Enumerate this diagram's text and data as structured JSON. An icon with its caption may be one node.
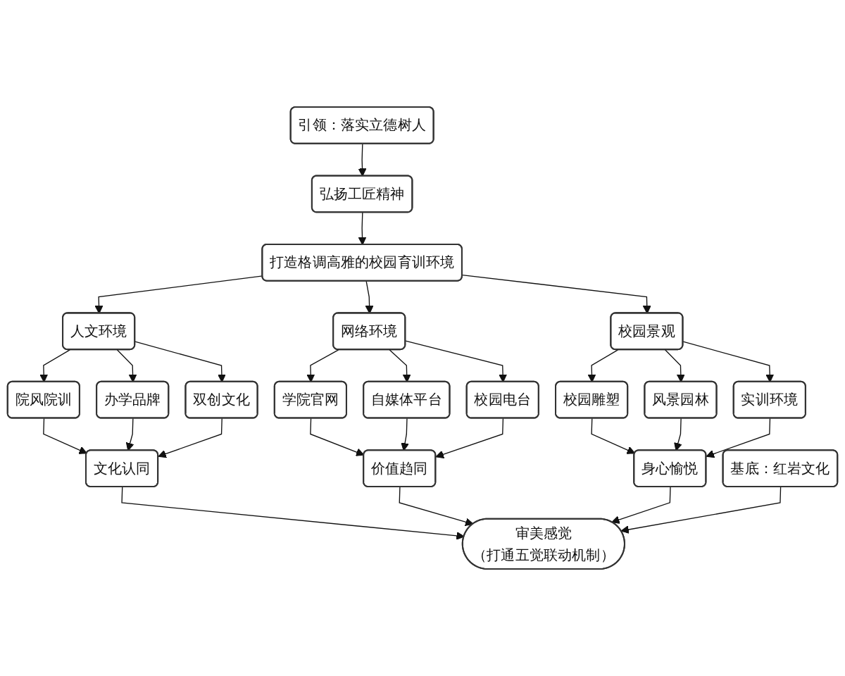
{
  "diagram": {
    "nodes": [
      {
        "text": [
          "引领：落实立德树人"
        ]
      },
      {
        "text": [
          "弘扬工匠精神"
        ]
      },
      {
        "text": [
          "打造格调高雅的校园育训环境"
        ]
      },
      {
        "text": [
          "人文环境"
        ]
      },
      {
        "text": [
          "网络环境"
        ]
      },
      {
        "text": [
          "校园景观"
        ]
      },
      {
        "text": [
          "院风院训"
        ]
      },
      {
        "text": [
          "办学品牌"
        ]
      },
      {
        "text": [
          "双创文化"
        ]
      },
      {
        "text": [
          "学院官网"
        ]
      },
      {
        "text": [
          "自媒体平台"
        ]
      },
      {
        "text": [
          "校园电台"
        ]
      },
      {
        "text": [
          "校园雕塑"
        ]
      },
      {
        "text": [
          "风景园林"
        ]
      },
      {
        "text": [
          "实训环境"
        ]
      },
      {
        "text": [
          "文化认同"
        ]
      },
      {
        "text": [
          "价值趋同"
        ]
      },
      {
        "text": [
          "身心愉悦"
        ]
      },
      {
        "text": [
          "审美感觉",
          "（打通五觉联动机制）"
        ]
      },
      {
        "text": [
          "基底：红岩文化"
        ]
      }
    ],
    "edges": [
      {
        "from": 0,
        "to": 1,
        "arrow": "to"
      },
      {
        "from": 1,
        "to": 2,
        "arrow": "to"
      },
      {
        "from": 2,
        "to": 3,
        "arrow": "to"
      },
      {
        "from": 2,
        "to": 4,
        "arrow": "to"
      },
      {
        "from": 2,
        "to": 5,
        "arrow": "to"
      },
      {
        "from": 3,
        "to": 6,
        "arrow": "to"
      },
      {
        "from": 3,
        "to": 7,
        "arrow": "to"
      },
      {
        "from": 3,
        "to": 8,
        "arrow": "to"
      },
      {
        "from": 4,
        "to": 9,
        "arrow": "to"
      },
      {
        "from": 4,
        "to": 10,
        "arrow": "to"
      },
      {
        "from": 4,
        "to": 11,
        "arrow": "to"
      },
      {
        "from": 5,
        "to": 12,
        "arrow": "to"
      },
      {
        "from": 5,
        "to": 13,
        "arrow": "to"
      },
      {
        "from": 5,
        "to": 14,
        "arrow": "to"
      },
      {
        "from": 6,
        "to": 15,
        "arrow": "to"
      },
      {
        "from": 7,
        "to": 15,
        "arrow": "to"
      },
      {
        "from": 8,
        "to": 15,
        "arrow": "to"
      },
      {
        "from": 9,
        "to": 16,
        "arrow": "to"
      },
      {
        "from": 10,
        "to": 16,
        "arrow": "to"
      },
      {
        "from": 11,
        "to": 16,
        "arrow": "to"
      },
      {
        "from": 12,
        "to": 17,
        "arrow": "to"
      },
      {
        "from": 13,
        "to": 17,
        "arrow": "to"
      },
      {
        "from": 14,
        "to": 17,
        "arrow": "to"
      },
      {
        "from": 15,
        "to": 18,
        "arrow": "to"
      },
      {
        "from": 16,
        "to": 18,
        "arrow": "to"
      },
      {
        "from": 17,
        "to": 18,
        "arrow": "to"
      },
      {
        "from": 19,
        "to": 18,
        "arrow": "to"
      }
    ]
  }
}
